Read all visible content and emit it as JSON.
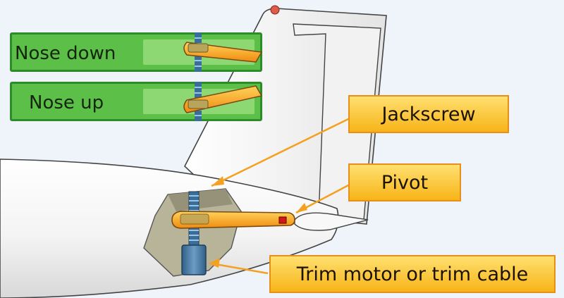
{
  "insets": {
    "nose_down": "Nose down",
    "nose_up": "Nose up"
  },
  "callouts": {
    "jackscrew": "Jackscrew",
    "pivot": "Pivot",
    "trim_motor": "Trim motor or trim cable"
  },
  "colors": {
    "inset_fill": "#5cbf47",
    "inset_border": "#2e8b2a",
    "callout_fill": "#f7b418",
    "callout_border": "#e88f1a",
    "stabilizer_arm": "#f7a81c",
    "jackscrew": "#3a6e9a",
    "fuselage": "#ffffff"
  }
}
